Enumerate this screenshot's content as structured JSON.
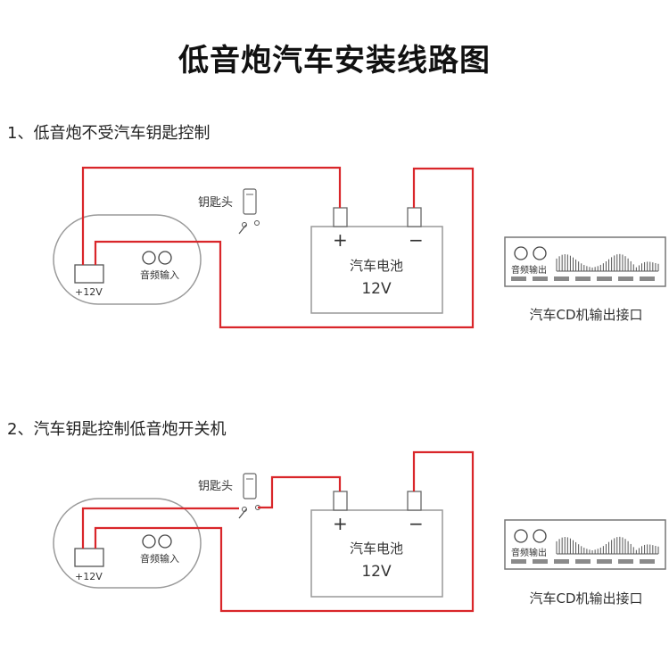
{
  "title": "低音炮汽车安装线路图",
  "sections": [
    {
      "heading": "1、低音炮不受汽车钥匙控制",
      "key_label": "钥匙头",
      "subwoofer": {
        "power_label": "+12V",
        "audio_label": "音频输入"
      },
      "battery": {
        "plus": "+",
        "minus": "−",
        "name": "汽车电池",
        "voltage": "12V"
      },
      "cd": {
        "panel_label": "音频输出",
        "caption": "汽车CD机输出接口"
      }
    },
    {
      "heading": "2、汽车钥匙控制低音炮开关机",
      "key_label": "钥匙头",
      "subwoofer": {
        "power_label": "+12V",
        "audio_label": "音频输入"
      },
      "battery": {
        "plus": "+",
        "minus": "−",
        "name": "汽车电池",
        "voltage": "12V"
      },
      "cd": {
        "panel_label": "音频输出",
        "caption": "汽车CD机输出接口"
      }
    }
  ],
  "colors": {
    "wire": "#d9262a",
    "outline": "#999999",
    "text": "#333333"
  }
}
